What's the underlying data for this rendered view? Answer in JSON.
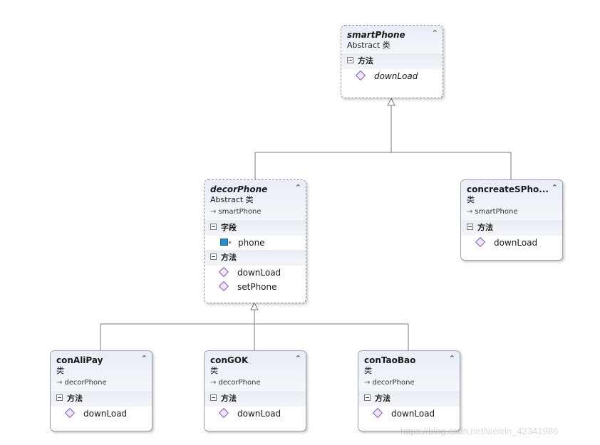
{
  "classes": {
    "smartPhone": {
      "name": "smartPhone",
      "kind": "Abstract 类",
      "sections": [
        {
          "title": "方法",
          "items": [
            "downLoad"
          ]
        }
      ]
    },
    "decorPhone": {
      "name": "decorPhone",
      "kind": "Abstract 类",
      "parent": "smartPhone",
      "sections": [
        {
          "title": "字段",
          "items": [
            "phone"
          ]
        },
        {
          "title": "方法",
          "items": [
            "downLoad",
            "setPhone"
          ]
        }
      ]
    },
    "concreateSPhone": {
      "name": "concreateSPho...",
      "kind": "类",
      "parent": "smartPhone",
      "sections": [
        {
          "title": "方法",
          "items": [
            "downLoad"
          ]
        }
      ]
    },
    "conAliPay": {
      "name": "conAliPay",
      "kind": "类",
      "parent": "decorPhone",
      "sections": [
        {
          "title": "方法",
          "items": [
            "downLoad"
          ]
        }
      ]
    },
    "conGOK": {
      "name": "conGOK",
      "kind": "类",
      "parent": "decorPhone",
      "sections": [
        {
          "title": "方法",
          "items": [
            "downLoad"
          ]
        }
      ]
    },
    "conTaoBao": {
      "name": "conTaoBao",
      "kind": "类",
      "parent": "decorPhone",
      "sections": [
        {
          "title": "方法",
          "items": [
            "downLoad"
          ]
        }
      ]
    }
  },
  "colors": {
    "connector": "#7a7a7a",
    "method_icon": "#8b5ab8",
    "field_icon": "#2e8fc9"
  },
  "watermark": "https://blog.csdn.net/weixin_42341986"
}
